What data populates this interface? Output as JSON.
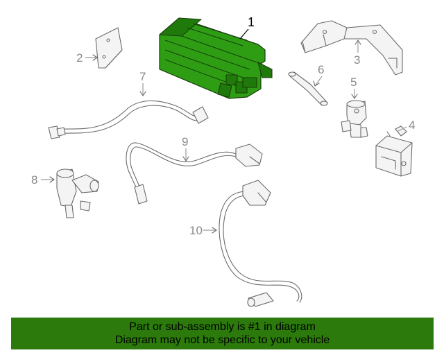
{
  "callouts": {
    "c1": "1",
    "c2": "2",
    "c3": "3",
    "c4": "4",
    "c5": "5",
    "c6": "6",
    "c7": "7",
    "c8": "8",
    "c9": "9",
    "c10": "10"
  },
  "highlight_color": "#2e9d14",
  "banner": {
    "line1": "Part or sub-assembly is #1 in diagram",
    "line2": "Diagram may not be specific to your vehicle",
    "color": "#2b7a0b"
  }
}
